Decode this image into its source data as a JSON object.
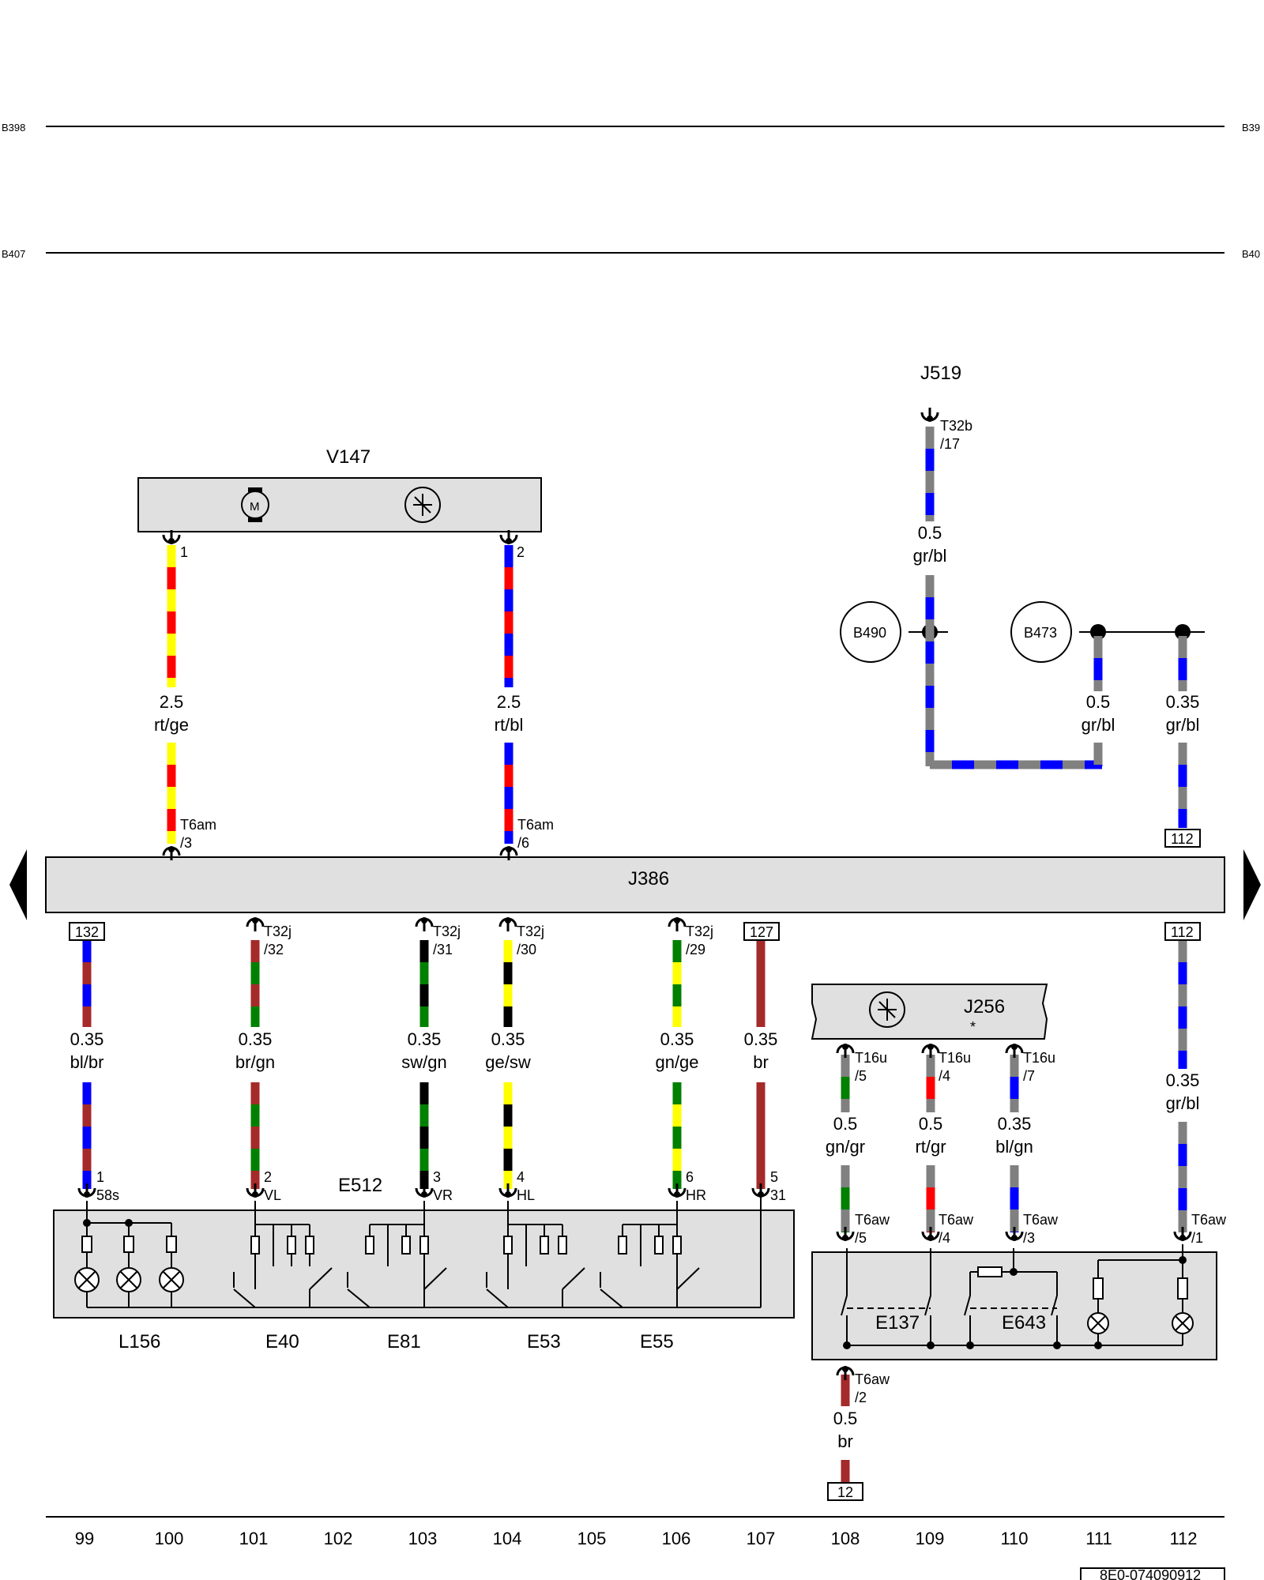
{
  "colors": {
    "rt": "#ff0000",
    "ge": "#ffff00",
    "bl": "#0000ff",
    "gr": "#808080",
    "br": "#a52a2a",
    "gn": "#008000",
    "sw": "#000000",
    "box": "#e0e0e0"
  },
  "margin_labels": {
    "b398_left": "B398",
    "b398_right": "B39",
    "b407_left": "B407",
    "b407_right": "B40"
  },
  "components": {
    "v147": "V147",
    "j519": "J519",
    "j386": "J386",
    "j256": "J256",
    "j256_note": "*",
    "e512": "E512",
    "l156": "L156",
    "e40": "E40",
    "e81": "E81",
    "e53": "E53",
    "e55": "E55",
    "e137": "E137",
    "e643": "E643",
    "b490": "B490",
    "b473": "B473"
  },
  "connectors": {
    "v147_pin1": "1",
    "v147_pin2": "2",
    "j519_conn": "T32b",
    "j519_pin": "/17",
    "t6am_a": "T6am",
    "t6am_a_pin": "/3",
    "t6am_b": "T6am",
    "t6am_b_pin": "/6",
    "t32j_32": "T32j",
    "t32j_32_pin": "/32",
    "t32j_31": "T32j",
    "t32j_31_pin": "/31",
    "t32j_30": "T32j",
    "t32j_30_pin": "/30",
    "t32j_29": "T32j",
    "t32j_29_pin": "/29",
    "t16u_5": "T16u",
    "t16u_5_pin": "/5",
    "t16u_4": "T16u",
    "t16u_4_pin": "/4",
    "t16u_7": "T16u",
    "t16u_7_pin": "/7",
    "t6aw_5": "T6aw",
    "t6aw_5_pin": "/5",
    "t6aw_4": "T6aw",
    "t6aw_4_pin": "/4",
    "t6aw_3": "T6aw",
    "t6aw_3_pin": "/3",
    "t6aw_1": "T6aw",
    "t6aw_1_pin": "/1",
    "t6aw_2": "T6aw",
    "t6aw_2_pin": "/2",
    "e512_p1": "1",
    "e512_p1s": "58s",
    "e512_p2": "2",
    "e512_p2s": "VL",
    "e512_p3": "3",
    "e512_p3s": "VR",
    "e512_p4": "4",
    "e512_p4s": "HL",
    "e512_p6": "6",
    "e512_p6s": "HR",
    "e512_p5": "5",
    "e512_p5s": "31"
  },
  "refs": {
    "r132": "132",
    "r127": "127",
    "r112a": "112",
    "r112b": "112",
    "r12": "12"
  },
  "wires": {
    "w100_size": "2.5",
    "w100_color": "rt/ge",
    "w104a_size": "2.5",
    "w104a_color": "rt/bl",
    "w110_size": "0.5",
    "w110_color": "gr/bl",
    "w111_size": "0.5",
    "w111_color": "gr/bl",
    "w112a_size": "0.35",
    "w112a_color": "gr/bl",
    "w99_size": "0.35",
    "w99_color": "bl/br",
    "w101_size": "0.35",
    "w101_color": "br/gn",
    "w103_size": "0.35",
    "w103_color": "sw/gn",
    "w104_size": "0.35",
    "w104_color": "ge/sw",
    "w106_size": "0.35",
    "w106_color": "gn/ge",
    "w107_size": "0.35",
    "w107_color": "br",
    "w112b_size": "0.35",
    "w112b_color": "gr/bl",
    "w108_size": "0.5",
    "w108_color": "gn/gr",
    "w109_size": "0.5",
    "w109_color": "rt/gr",
    "w110b_size": "0.35",
    "w110b_color": "bl/gn",
    "w108g_size": "0.5",
    "w108g_color": "br"
  },
  "grid_numbers": [
    "99",
    "100",
    "101",
    "102",
    "103",
    "104",
    "105",
    "106",
    "107",
    "108",
    "109",
    "110",
    "111",
    "112"
  ],
  "doc_number": "8E0-074090912"
}
